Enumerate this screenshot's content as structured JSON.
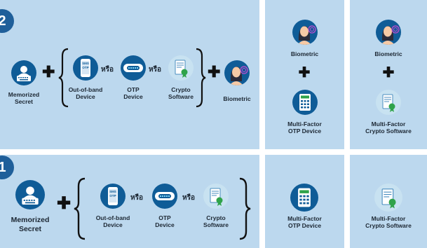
{
  "level2": {
    "badge": "2",
    "memorized": {
      "line1": "Memorized",
      "line2": "Secret"
    },
    "oob": {
      "line1": "Out-of-band",
      "line2": "Device",
      "screen1": "SMS",
      "screen2": "OTP"
    },
    "otp": {
      "line1": "OTP",
      "line2": "Device"
    },
    "crypto": {
      "line1": "Crypto",
      "line2": "Software"
    },
    "biometric": "Biometric",
    "or1": "หรือ",
    "or2": "หรือ"
  },
  "level2_mf_otp": {
    "top": "Biometric",
    "line1": "Multi-Factor",
    "line2": "OTP Device"
  },
  "level2_mf_crypto": {
    "top": "Biometric",
    "line1": "Multi-Factor",
    "line2": "Crypto Software"
  },
  "level1": {
    "badge": "1",
    "memorized": {
      "line1": "Memorized",
      "line2": "Secret"
    },
    "oob": {
      "line1": "Out-of-band",
      "line2": "Device",
      "screen1": "SMS",
      "screen2": "OTP"
    },
    "otp": {
      "line1": "OTP",
      "line2": "Device"
    },
    "crypto": {
      "line1": "Crypto",
      "line2": "Software"
    },
    "or1": "หรือ",
    "or2": "หรือ"
  },
  "level1_mf_otp": {
    "line1": "Multi-Factor",
    "line2": "OTP Device"
  },
  "level1_mf_crypto": {
    "line1": "Multi-Factor",
    "line2": "Crypto Software"
  },
  "colors": {
    "panel": "#bcd8ee",
    "icon": "#0f5c97",
    "badge": "#1f5f9a"
  }
}
